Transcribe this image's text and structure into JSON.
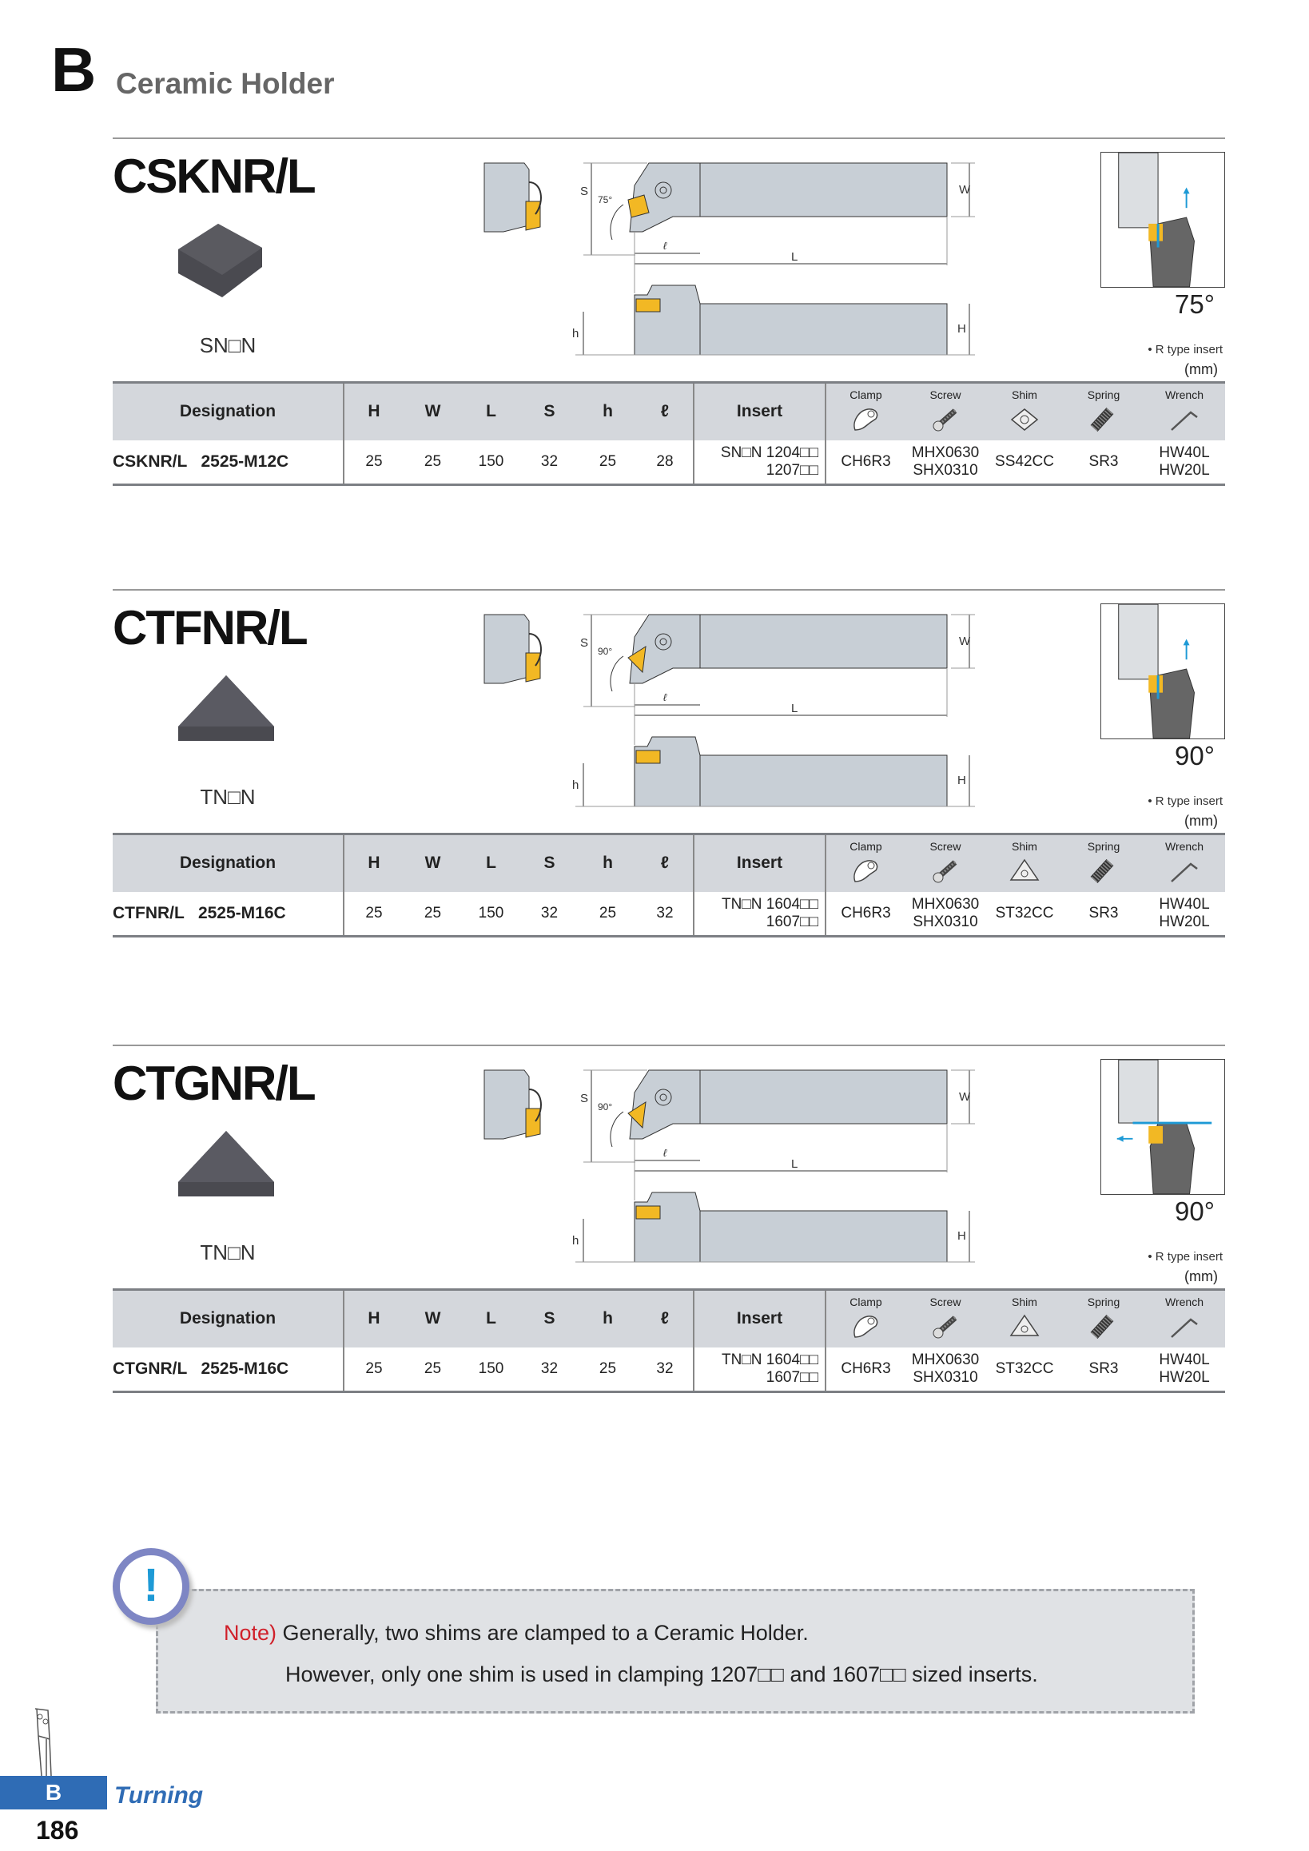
{
  "header": {
    "chapter": "B",
    "title": "Ceramic Holder"
  },
  "columns": {
    "designation": "Designation",
    "H": "H",
    "W": "W",
    "L": "L",
    "S": "S",
    "h": "h",
    "l": "ℓ",
    "insert": "Insert",
    "clamp": "Clamp",
    "screw": "Screw",
    "shim": "Shim",
    "spring": "Spring",
    "wrench": "Wrench"
  },
  "common": {
    "r_type": "• R type insert",
    "unit": "(mm)",
    "dim_S": "S",
    "dim_W": "W",
    "dim_L": "L",
    "dim_l": "ℓ",
    "dim_h": "h",
    "dim_H": "H"
  },
  "sections": [
    {
      "model": "CSKNR/L",
      "insert_shape": "square",
      "insert_label": "SN□N",
      "angle": "75°",
      "diagram_angle": "75°",
      "row": {
        "designation": "CSKNR/L   2525-M12C",
        "H": "25",
        "W": "25",
        "L": "150",
        "S": "32",
        "h": "25",
        "l": "28",
        "insert1": "SN□N 1204□□",
        "insert2": "1207□□",
        "clamp": "CH6R3",
        "screw1": "MHX0630",
        "screw2": "SHX0310",
        "shim": "SS42CC",
        "spring": "SR3",
        "wrench1": "HW40L",
        "wrench2": "HW20L"
      }
    },
    {
      "model": "CTFNR/L",
      "insert_shape": "triangle",
      "insert_label": "TN□N",
      "angle": "90°",
      "diagram_angle": "90°",
      "row": {
        "designation": "CTFNR/L   2525-M16C",
        "H": "25",
        "W": "25",
        "L": "150",
        "S": "32",
        "h": "25",
        "l": "32",
        "insert1": "TN□N 1604□□",
        "insert2": "1607□□",
        "clamp": "CH6R3",
        "screw1": "MHX0630",
        "screw2": "SHX0310",
        "shim": "ST32CC",
        "spring": "SR3",
        "wrench1": "HW40L",
        "wrench2": "HW20L"
      }
    },
    {
      "model": "CTGNR/L",
      "insert_shape": "triangle",
      "insert_label": "TN□N",
      "angle": "90°",
      "diagram_angle": "90°",
      "row": {
        "designation": "CTGNR/L   2525-M16C",
        "H": "25",
        "W": "25",
        "L": "150",
        "S": "32",
        "h": "25",
        "l": "32",
        "insert1": "TN□N 1604□□",
        "insert2": "1607□□",
        "clamp": "CH6R3",
        "screw1": "MHX0630",
        "screw2": "SHX0310",
        "shim": "ST32CC",
        "spring": "SR3",
        "wrench1": "HW40L",
        "wrench2": "HW20L"
      }
    }
  ],
  "note": {
    "prefix": "Note)",
    "line1": " Generally, two shims are clamped to a Ceramic Holder.",
    "line2": "However, only one shim is used in clamping 1207□□ and 1607□□ sized inserts."
  },
  "footer": {
    "tab": "B",
    "section": "Turning",
    "page": "186"
  },
  "colors": {
    "accent": "#2f6cb5",
    "note_red": "#d0202a",
    "insert_yellow": "#f2b824",
    "body_gray": "#c8cfd6"
  }
}
